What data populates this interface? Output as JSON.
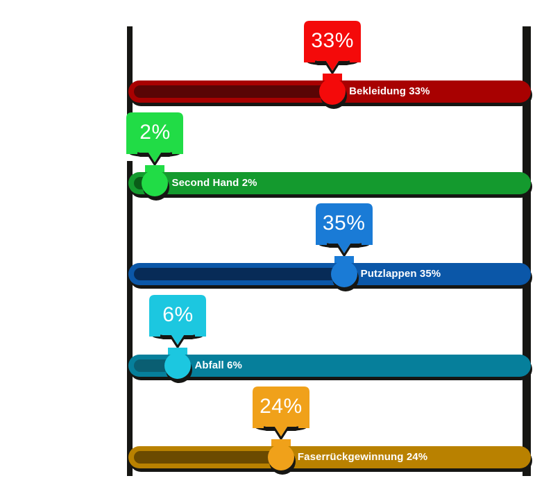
{
  "chart_data": {
    "type": "bar",
    "title": "",
    "xlabel": "",
    "ylabel": "",
    "xlim": [
      0,
      100
    ],
    "grid": false,
    "legend": "none",
    "unit": "%",
    "categories": [
      "Bekleidung",
      "Second Hand",
      "Putzlappen",
      "Abfall",
      "Faserrückgewinnung"
    ],
    "values": [
      33,
      2,
      35,
      6,
      24
    ],
    "colors": [
      "#F40A0A",
      "#21DC46",
      "#1A7BD6",
      "#1CC7E0",
      "#F0A11A"
    ]
  },
  "chart": {
    "rails": {
      "left_name": "axis-rail-left",
      "right_name": "axis-rail-right"
    },
    "rows": [
      {
        "key": "bekleidung",
        "category": "Bekleidung",
        "value": 33,
        "value_text": "33%",
        "bar_label": "Bekleidung 33%",
        "accent": "#F40A0A",
        "track": "#A80101",
        "fill": "#5A0505",
        "knob": "#F40A0A"
      },
      {
        "key": "second-hand",
        "category": "Second Hand",
        "value": 2,
        "value_text": "2%",
        "bar_label": "Second Hand 2%",
        "accent": "#21DC46",
        "track": "#149A2E",
        "fill": "#0A5C18",
        "knob": "#21DC46"
      },
      {
        "key": "putzlappen",
        "category": "Putzlappen",
        "value": 35,
        "value_text": "35%",
        "bar_label": "Putzlappen 35%",
        "accent": "#1A7BD6",
        "track": "#0B57A8",
        "fill": "#072B57",
        "knob": "#1A7BD6"
      },
      {
        "key": "abfall",
        "category": "Abfall",
        "value": 6,
        "value_text": "6%",
        "bar_label": "Abfall 6%",
        "accent": "#1CC7E0",
        "track": "#067F9B",
        "fill": "#0A5E72",
        "knob": "#1CC7E0"
      },
      {
        "key": "faserrueckgewinnung",
        "category": "Faserrückgewinnung",
        "value": 24,
        "value_text": "24%",
        "bar_label": "Faserrückgewinnung 24%",
        "accent": "#F0A11A",
        "track": "#B98100",
        "fill": "#6B4A00",
        "knob": "#F0A11A"
      }
    ]
  }
}
